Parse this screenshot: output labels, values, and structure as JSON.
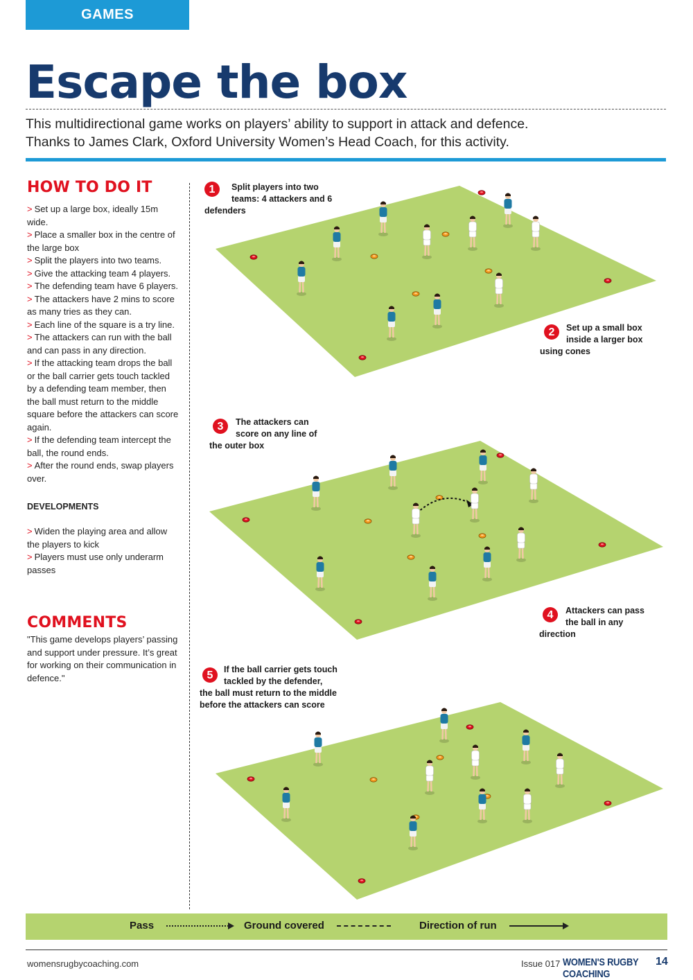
{
  "header": {
    "section": "GAMES",
    "title": "Escape the box",
    "intro_lines": [
      "This multidirectional game works on players’ ability to support in attack and defence.",
      "Thanks to James Clark, Oxford University Women’s Head Coach, for this activity."
    ]
  },
  "how_to": {
    "heading": "HOW TO DO IT",
    "steps": [
      "Set up a large box, ideally 15m wide.",
      "Place a smaller box in the centre of the large box",
      "Split the players into two teams.",
      "Give the attacking team 4 players.",
      "The defending team have 6 players.",
      "The attackers have 2 mins to score as many tries as they can.",
      "Each line of the square is a try line.",
      "The attackers can run with the ball and can pass in any direction.",
      "If the attacking team drops the ball or the ball carrier gets touch tackled by a defending team member, then the ball must return to the middle square before the attackers can score again.",
      "If the defending team intercept the ball, the round ends.",
      "After the round ends, swap players over."
    ],
    "marker": ">",
    "developments_heading": "DEVELOPMENTS",
    "developments": [
      "Widen the playing area and allow the players to kick",
      "Players must use only underarm passes"
    ]
  },
  "comments": {
    "heading": "COMMENTS",
    "text": "\"This game develops players’ passing and support under pressure. It’s great for working on their communication in defence.\""
  },
  "callouts": [
    {
      "num": "1",
      "lines": [
        "Split players into two",
        "teams: 4 attackers and 6",
        "defenders"
      ]
    },
    {
      "num": "2",
      "lines": [
        "Set up a small box",
        "inside a larger box",
        "using cones"
      ]
    },
    {
      "num": "3",
      "lines": [
        "The attackers can",
        "score on any line of",
        "the outer box"
      ]
    },
    {
      "num": "4",
      "lines": [
        "Attackers can pass",
        "the ball in any",
        "direction"
      ]
    },
    {
      "num": "5",
      "lines": [
        "If the ball carrier gets touch",
        "tackled by the defender,",
        "the ball must return to the middle",
        "before the attackers can score"
      ]
    }
  ],
  "legend": {
    "pass": "Pass",
    "ground": "Ground covered",
    "run": "Direction of run"
  },
  "footer": {
    "url": "womensrugbycoaching.com",
    "issue": "Issue 017",
    "brand": "WOMEN'S RUGBY COACHING",
    "page": "14"
  },
  "colors": {
    "accent_blue": "#1d9ad6",
    "title_navy": "#173a6d",
    "red": "#e0111f",
    "pitch_green": "#b5d36f",
    "attacker_teal": "#1f7aa3",
    "defender_white": "#ffffff",
    "cone_red": "#e0111f",
    "cone_orange": "#f39a1e"
  }
}
